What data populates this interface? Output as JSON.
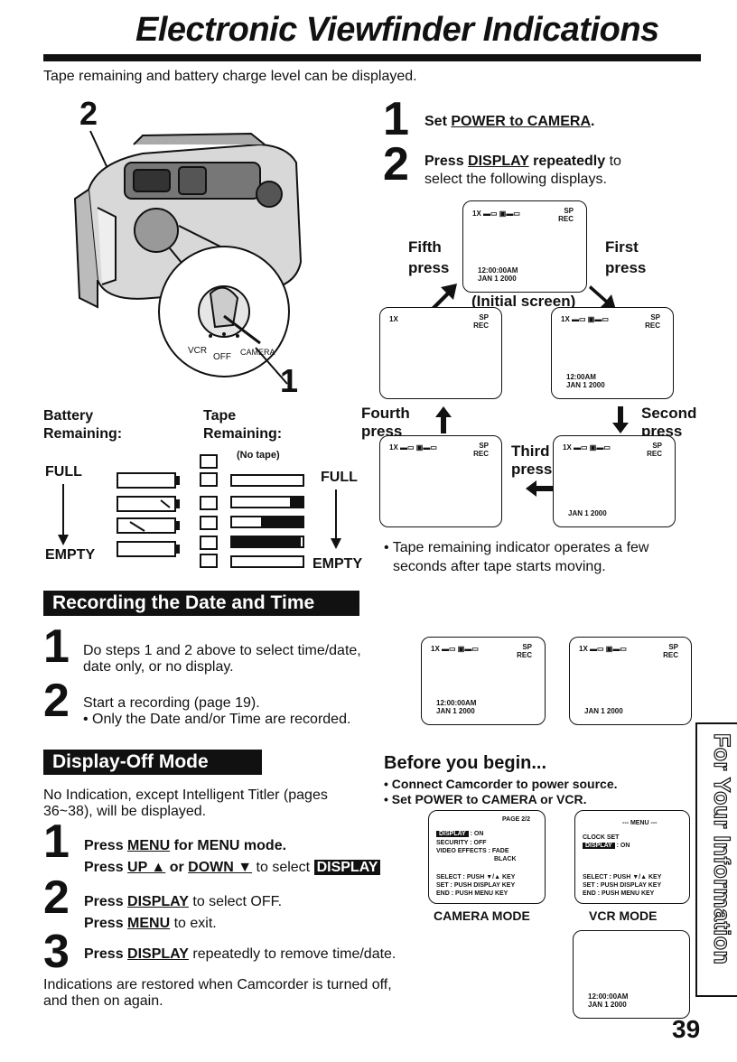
{
  "page": {
    "title": "Electronic Viewfinder Indications",
    "intro": "Tape remaining and battery charge level can be displayed.",
    "page_number": "39"
  },
  "figure": {
    "callout_2": "2",
    "callout_1": "1",
    "dial_vcr": "VCR",
    "dial_off": "OFF",
    "dial_camera": "CAMERA"
  },
  "steps_top": [
    {
      "num": "1",
      "text_bold": "Set ",
      "link": "POWER to CAMERA",
      "after": "."
    },
    {
      "num": "2",
      "bold_pre": "Press ",
      "link": "DISPLAY",
      "bold_post": " repeatedly",
      "after": " to",
      "line2": "select the following displays."
    }
  ],
  "presses": {
    "fifth": "Fifth",
    "fifth2": "press",
    "first": "First",
    "first2": "press",
    "initial": "(Initial screen)",
    "fourth": "Fourth",
    "fourth2": "press",
    "second": "Second",
    "second2": "press",
    "third": "Third",
    "third2": "press"
  },
  "screen": {
    "zoom": "1X",
    "sp": "SP",
    "rec": "REC",
    "time": "12:00:00AM",
    "time_short": "12:00AM",
    "date": "JAN   1 2000"
  },
  "battery": {
    "label1": "Battery",
    "label2": "Remaining:",
    "full": "FULL",
    "empty": "EMPTY"
  },
  "tape": {
    "label1": "Tape",
    "label2": "Remaining:",
    "notape": "(No tape)",
    "full": "FULL",
    "empty": "EMPTY"
  },
  "tape_note": {
    "line1": "• Tape remaining indicator operates a few",
    "line2": "seconds after tape starts moving."
  },
  "recording": {
    "heading": "Recording the Date and Time",
    "step1_num": "1",
    "step1_a": "Do steps 1 and 2 above to select time/date,",
    "step1_b": "date only, or no display.",
    "step2_num": "2",
    "step2_a": "Start a recording (page 19).",
    "step2_b": "• Only the Date and/or Time are recorded."
  },
  "display_off": {
    "heading": "Display-Off Mode",
    "intro1": "No Indication, except Intelligent Titler (pages",
    "intro2": "36~38), will be displayed.",
    "s1_num": "1",
    "s1_pre": "Press ",
    "s1_link": "MENU",
    "s1_post": " for MENU mode.",
    "s1b_pre": "Press ",
    "s1b_up": "UP ▲",
    "s1b_or": " or ",
    "s1b_down": "DOWN ▼",
    "s1b_post": " to select ",
    "s1b_hl": "DISPLAY",
    "s2_num": "2",
    "s2_pre": "Press ",
    "s2_link": "DISPLAY",
    "s2_post": " to select OFF.",
    "s2b_pre": "Press ",
    "s2b_link": "MENU",
    "s2b_post": " to exit.",
    "s3_num": "3",
    "s3_pre": "Press ",
    "s3_link": "DISPLAY",
    "s3_post": " repeatedly to remove time/date.",
    "outro1": "Indications are restored when Camcorder is turned off,",
    "outro2": "and then on again."
  },
  "before": {
    "heading": "Before you begin...",
    "b1": "• Connect Camcorder to power source.",
    "b2": "• Set POWER to CAMERA or VCR."
  },
  "camera_menu": {
    "page": "PAGE 2/2",
    "r1k": "DISPLAY",
    "r1v": ": ON",
    "r2k": "SECURITY",
    "r2v": ": OFF",
    "r3k": "VIDEO EFFECTS",
    "r3v": ": FADE",
    "r3v2": "BLACK",
    "f1": "SELECT : PUSH ▼/▲ KEY",
    "f2": "SET    : PUSH DISPLAY KEY",
    "f3": "END    : PUSH MENU KEY",
    "label": "CAMERA MODE"
  },
  "vcr_menu": {
    "title": "--- MENU ---",
    "r1": "CLOCK SET",
    "r2k": "DISPLAY",
    "r2v": ": ON",
    "f1": "SELECT : PUSH ▼/▲ KEY",
    "f2": "SET    : PUSH DISPLAY KEY",
    "f3": "END    : PUSH MENU KEY",
    "label": "VCR MODE"
  },
  "sidebar": {
    "text": "For Your Information"
  }
}
